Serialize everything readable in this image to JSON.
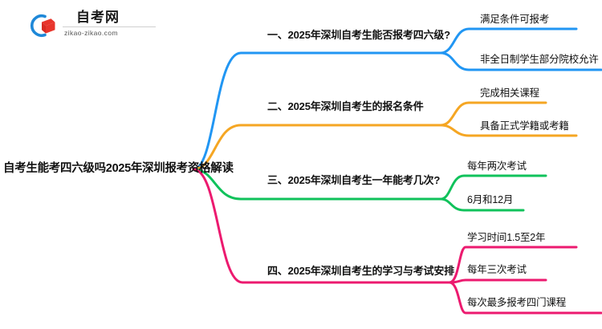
{
  "logo": {
    "name": "自考网",
    "url": "zikao-zikao.com",
    "mark_icon": "graduation-cap-icon",
    "arc_color": "#1E88D8",
    "cap_color": "#E8352C"
  },
  "mindmap": {
    "root": "自考生能考四六级吗2025年深圳报考资格解读",
    "branches": [
      {
        "label": "一、2025年深圳自考生能否报考四六级?",
        "color": "#2196F3",
        "children": [
          "满足条件可报考",
          "非全日制学生部分院校允许"
        ]
      },
      {
        "label": "二、2025年深圳自考生的报名条件",
        "color": "#F5A623",
        "children": [
          "完成相关课程",
          "具备正式学籍或考籍"
        ]
      },
      {
        "label": "三、2025年深圳自考生一年能考几次?",
        "color": "#10C25B",
        "children": [
          "每年两次考试",
          "6月和12月"
        ]
      },
      {
        "label": "四、2025年深圳自考生的学习与考试安排",
        "color": "#EC1A6F",
        "children": [
          "学习时间1.5至2年",
          "每年三次考试",
          "每次最多报考四门课程"
        ]
      }
    ]
  }
}
